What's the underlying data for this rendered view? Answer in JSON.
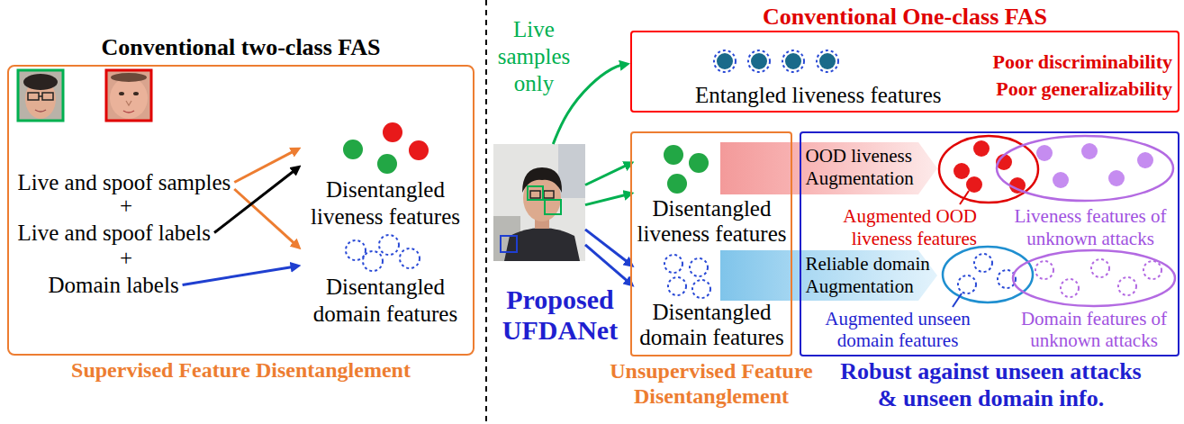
{
  "diagram": {
    "nodes": [
      {
        "text": [
          "Conventional two-class FAS",
          "Supervised Feature Disentanglement"
        ]
      },
      {
        "text": [
          "Live and spoof samples"
        ],
        "in": 0
      },
      {
        "text": [
          "Live and spoof labels"
        ],
        "in": 0
      },
      {
        "text": [
          "Domain labels"
        ],
        "in": 0
      },
      {
        "text": [
          "Disentangled liveness features"
        ],
        "in": 0
      },
      {
        "text": [
          "Disentangled domain features"
        ],
        "in": 0
      },
      {
        "text": [
          "Conventional One-class FAS",
          "Entangled liveness features",
          "Poor discriminability",
          "Poor generalizability"
        ]
      },
      {
        "text": [
          "Proposed UFDANet"
        ]
      },
      {
        "text": [
          "Unsupervised Feature Disentanglement"
        ]
      },
      {
        "text": [
          "Disentangled liveness features"
        ],
        "in": 8
      },
      {
        "text": [
          "Disentangled domain features"
        ],
        "in": 8
      },
      {
        "text": [
          "Robust against unseen attacks & unseen domain info."
        ]
      },
      {
        "text": [
          "OOD liveness Augmentation"
        ],
        "in": 11
      },
      {
        "text": [
          "Reliable domain Augmentation"
        ],
        "in": 11
      }
    ],
    "edges": [
      {
        "from": 1,
        "to": 4,
        "arrow": "to"
      },
      {
        "from": 1,
        "to": 5,
        "arrow": "to"
      },
      {
        "from": 2,
        "to": 4,
        "arrow": "to"
      },
      {
        "from": 3,
        "to": 5,
        "arrow": "to"
      },
      {
        "from": 7,
        "to": 6,
        "label": "Live samples only",
        "arrow": "to"
      },
      {
        "from": 7,
        "to": 9,
        "arrow": "to"
      },
      {
        "from": 7,
        "to": 9,
        "arrow": "to"
      },
      {
        "from": 7,
        "to": 10,
        "arrow": "to"
      },
      {
        "from": 7,
        "to": 10,
        "arrow": "to"
      }
    ],
    "labels": [
      "+",
      "+",
      "Augmented OOD liveness features",
      "Liveness features of unknown attacks",
      "Augmented unseen domain features",
      "Domain features of unknown attacks"
    ]
  }
}
